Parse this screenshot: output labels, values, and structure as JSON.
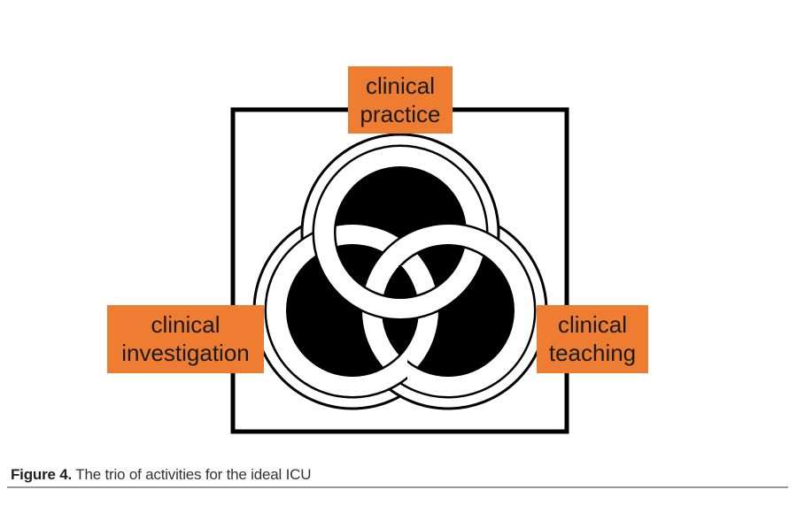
{
  "figure": {
    "title": "The trio of activities for the ideal ICU",
    "rings": [
      {
        "id": "top",
        "label_lines": [
          "clinical",
          "practice"
        ]
      },
      {
        "id": "bottom-left",
        "label_lines": [
          "clinical",
          "investigation"
        ]
      },
      {
        "id": "bottom-right",
        "label_lines": [
          "clinical",
          "teaching"
        ]
      }
    ]
  },
  "labels": {
    "top": {
      "line1": "clinical",
      "line2": "practice"
    },
    "left": {
      "line1": "clinical",
      "line2": "investigation"
    },
    "right": {
      "line1": "clinical",
      "line2": "teaching"
    }
  },
  "caption": {
    "number": "Figure 4.",
    "text": " The trio of activities for the ideal ICU"
  },
  "colors": {
    "label_background": "#ee7d31",
    "ring_fill": "#000000",
    "ring_band": "#ffffff",
    "frame": "#000000"
  }
}
